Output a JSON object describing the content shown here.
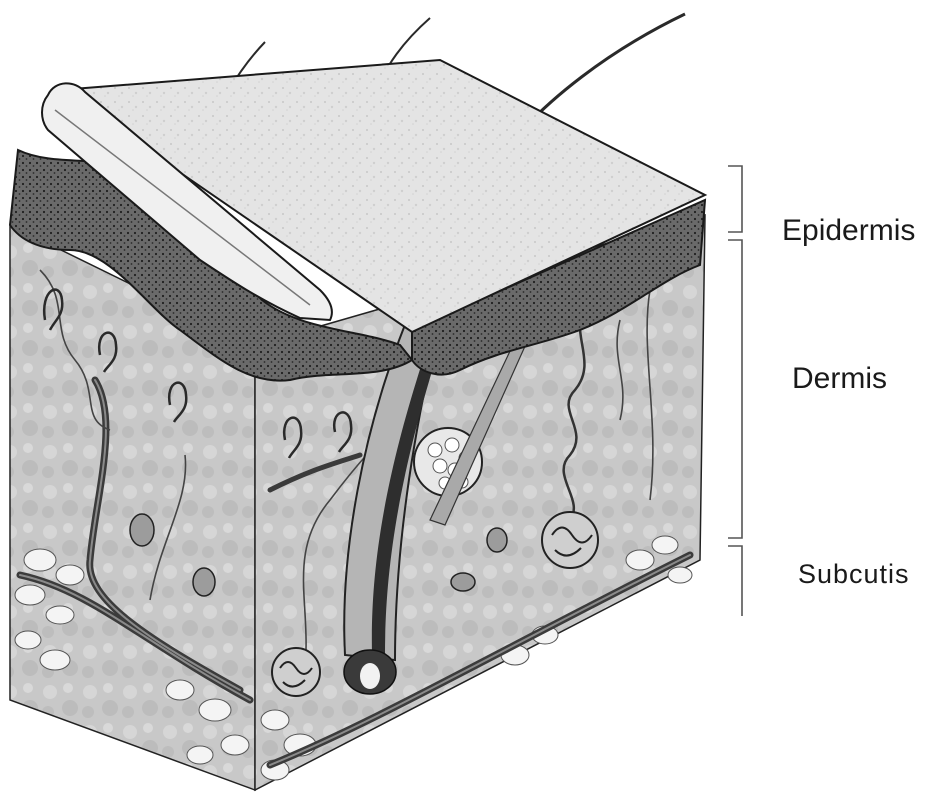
{
  "diagram": {
    "subject": "skin-cross-section",
    "layers": [
      {
        "id": "epidermis",
        "label": "Epidermis"
      },
      {
        "id": "dermis",
        "label": "Dermis"
      },
      {
        "id": "subcutis",
        "label": "Subcutis"
      }
    ],
    "colors": {
      "ink": "#1a1a1a",
      "epidermis_surface": "#e2e2e2",
      "epidermis_dotted": "#5a5a5a",
      "dermis": "#c9c9c9",
      "dermis_side": "#bdbdbd",
      "fat": "#f4f4f4",
      "hair": "#3a3a3a"
    }
  }
}
